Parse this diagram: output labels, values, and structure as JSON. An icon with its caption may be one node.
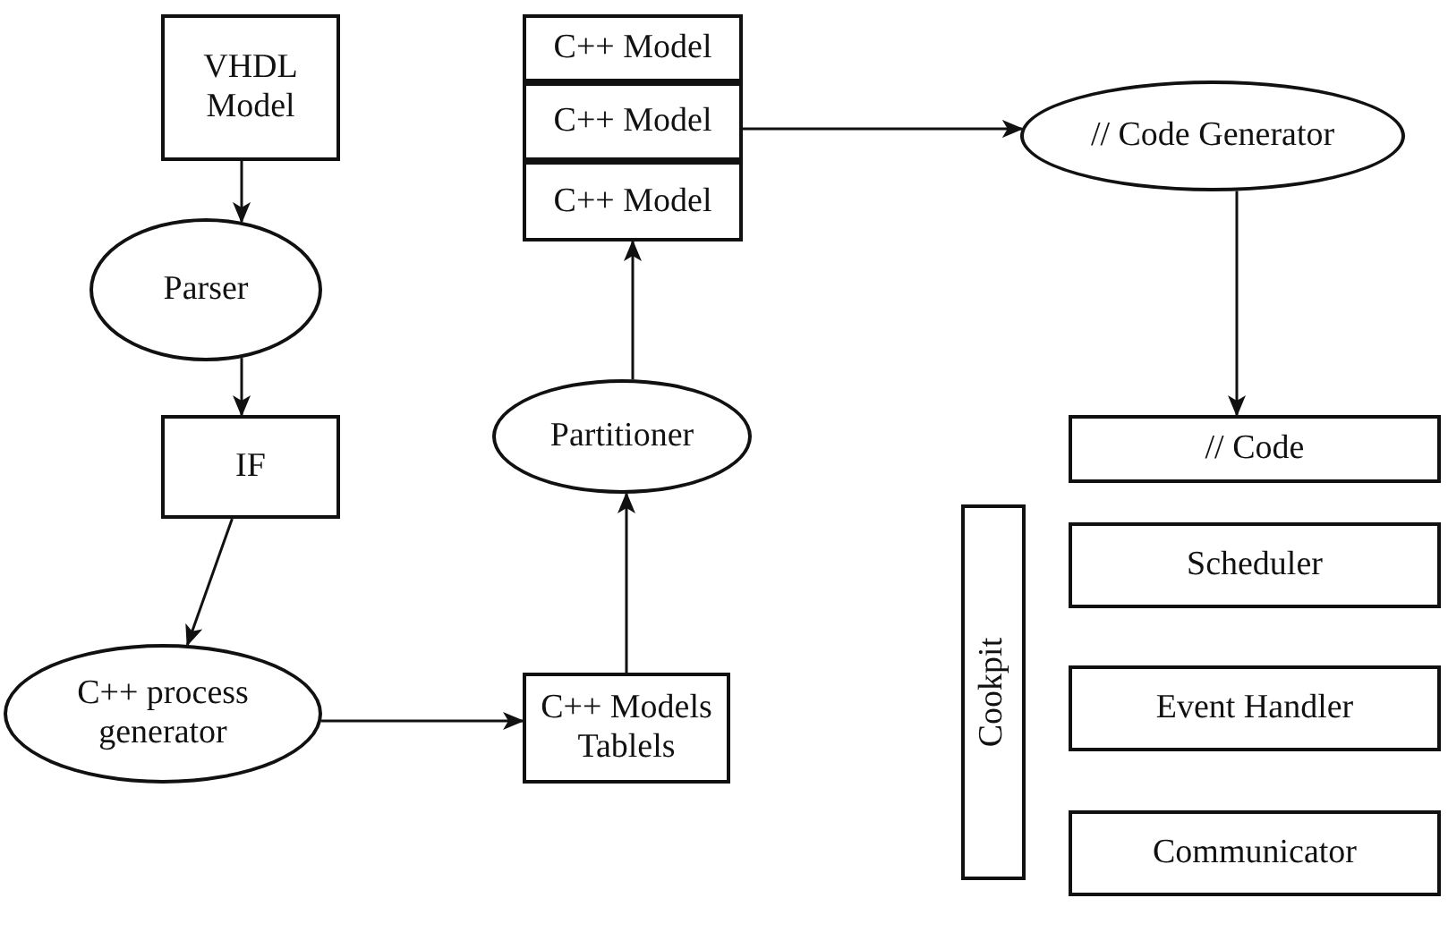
{
  "diagram": {
    "nodes": [
      {
        "text": [
          "VHDL Model"
        ]
      },
      {
        "text": [
          "C++ Model"
        ]
      },
      {
        "text": [
          "C++ Model"
        ]
      },
      {
        "text": [
          "C++ Model"
        ]
      },
      {
        "text": [
          "// Code Generator"
        ]
      },
      {
        "text": [
          "Parser"
        ]
      },
      {
        "text": [
          "Partitioner"
        ]
      },
      {
        "text": [
          "IF"
        ]
      },
      {
        "text": [
          "// Code"
        ]
      },
      {
        "text": [
          "Cookpit"
        ]
      },
      {
        "text": [
          "Scheduler"
        ]
      },
      {
        "text": [
          "Event Handler"
        ]
      },
      {
        "text": [
          "C++ process generator"
        ]
      },
      {
        "text": [
          "C++ Models Tablels"
        ]
      },
      {
        "text": [
          "Communicator"
        ]
      }
    ],
    "edges": [
      {
        "from": 0,
        "to": 5,
        "arrow": "to"
      },
      {
        "from": 5,
        "to": 7,
        "arrow": "to"
      },
      {
        "from": 7,
        "to": 12,
        "arrow": "to"
      },
      {
        "from": 12,
        "to": 13,
        "arrow": "to"
      },
      {
        "from": 13,
        "to": 6,
        "arrow": "to"
      },
      {
        "from": 6,
        "to": 3,
        "arrow": "to"
      },
      {
        "from": 2,
        "to": 4,
        "arrow": "to"
      },
      {
        "from": 4,
        "to": 8,
        "arrow": "to"
      }
    ]
  }
}
